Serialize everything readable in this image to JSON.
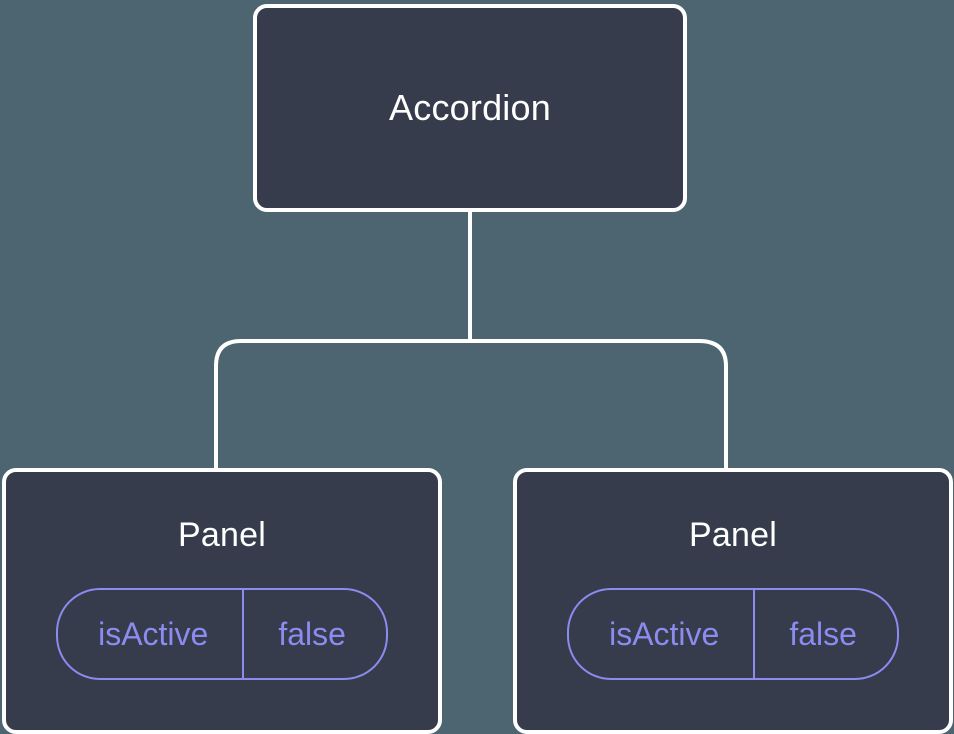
{
  "diagram": {
    "type": "component-tree",
    "background_color": "#4c6570",
    "node_fill_color": "#363c4c",
    "node_border_color": "#ffffff",
    "connector_color": "#ffffff",
    "accent_color": "#8b8bf0",
    "title_text_color": "#ffffff"
  },
  "root": {
    "label": "Accordion"
  },
  "children": [
    {
      "label": "Panel",
      "prop": {
        "key": "isActive",
        "value": "false"
      }
    },
    {
      "label": "Panel",
      "prop": {
        "key": "isActive",
        "value": "false"
      }
    }
  ]
}
